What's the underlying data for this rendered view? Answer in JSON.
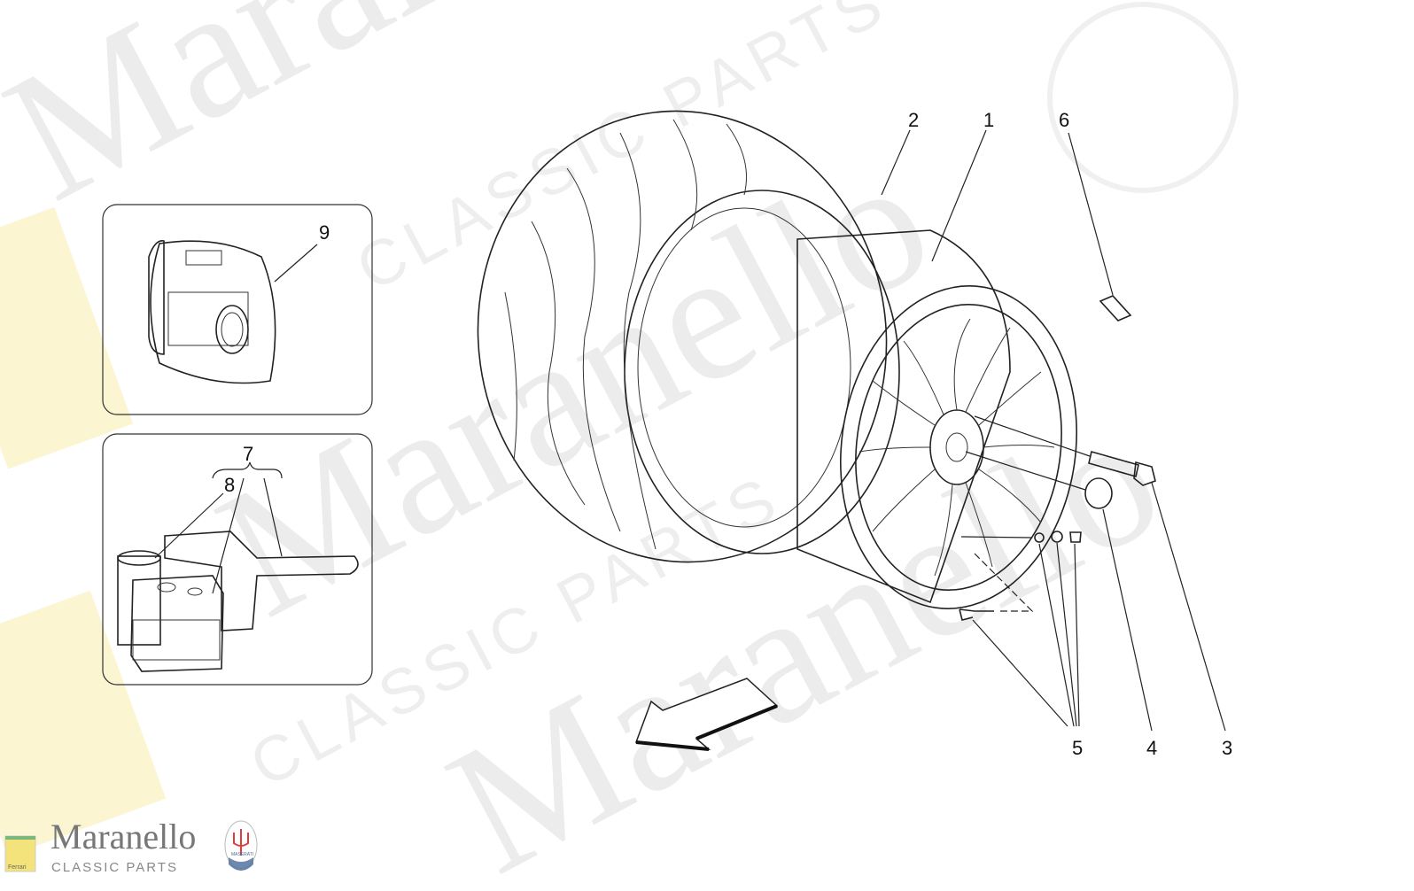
{
  "diagram": {
    "callouts": {
      "c1": "1",
      "c2": "2",
      "c3": "3",
      "c4": "4",
      "c5": "5",
      "c6": "6",
      "c7": "7",
      "c8": "8",
      "c9": "9"
    }
  },
  "branding": {
    "logo_name": "Maranello",
    "logo_tagline": "CLASSIC PARTS",
    "watermark_main": "Maranello",
    "watermark_sub": "CLASSIC PARTS",
    "ferrari_badge_text": "Ferrari",
    "maserati_badge_text": "MASERATI"
  },
  "colors": {
    "line": "#222222",
    "ferrari_yellow": "#f3e37a",
    "maserati_red": "#e03c3c",
    "maserati_blue": "#4a6a9a"
  }
}
